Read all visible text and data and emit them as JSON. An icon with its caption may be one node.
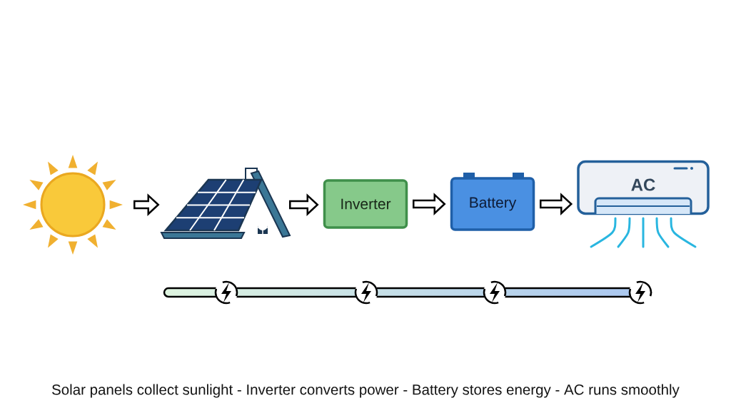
{
  "diagram": {
    "caption": "Solar panels collect sunlight - Inverter converts power - Battery stores energy - AC runs smoothly",
    "nodes": [
      {
        "text": [],
        "shape": "picture"
      },
      {
        "text": [],
        "shape": "picture"
      },
      {
        "text": [
          "Inverter"
        ]
      },
      {
        "text": [
          "Battery"
        ]
      },
      {
        "text": [
          "AC"
        ]
      }
    ],
    "edges": [
      {
        "from": 0,
        "to": 1,
        "arrow": "to"
      },
      {
        "from": 1,
        "to": 2,
        "arrow": "to"
      },
      {
        "from": 2,
        "to": 3,
        "arrow": "to"
      },
      {
        "from": 3,
        "to": 4,
        "arrow": "to"
      }
    ]
  }
}
